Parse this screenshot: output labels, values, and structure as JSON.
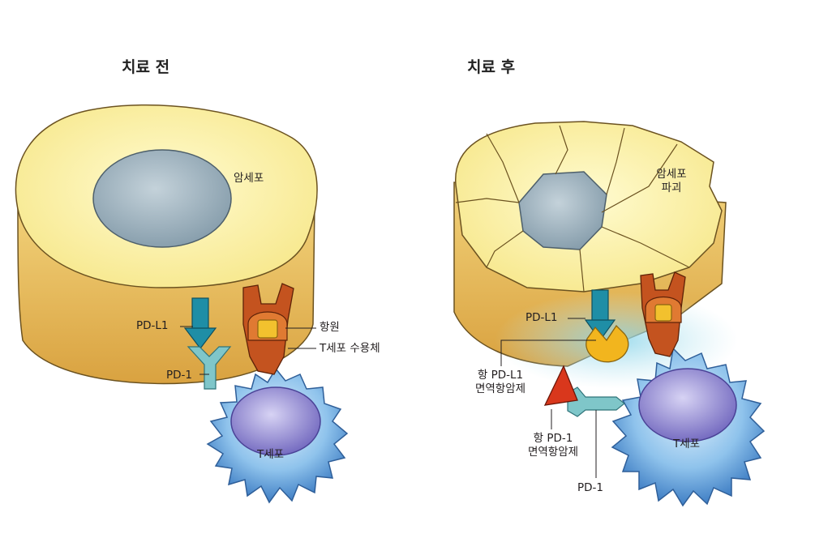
{
  "panels": {
    "before": {
      "title": "치료 전",
      "labels": {
        "cancer_cell": "암세포",
        "pd_l1": "PD-L1",
        "pd_1": "PD-1",
        "antigen": "항원",
        "tcr": "T세포 수용체",
        "t_cell": "T세포"
      }
    },
    "after": {
      "title": "치료 후",
      "labels": {
        "destruction_line1": "암세포",
        "destruction_line2": "파괴",
        "pd_l1": "PD-L1",
        "anti_pdl1_line1": "항 PD-L1",
        "anti_pdl1_line2": "면역항암제",
        "anti_pd1_line1": "항 PD-1",
        "anti_pd1_line2": "면역항암제",
        "pd_1": "PD-1",
        "t_cell": "T세포"
      }
    }
  },
  "colors": {
    "cell_top": "#fbf3a8",
    "cell_side": "#e8b94f",
    "nucleus": "#9eb2bf",
    "pdl1": "#1f8ea6",
    "pd1": "#7fc6c9",
    "receptor": "#c4531f",
    "antigen": "#f2c12e",
    "tcell": "#8fc3ec",
    "tcell_nucleus": "#8a82cf",
    "anti_pd1": "#d9371c"
  }
}
